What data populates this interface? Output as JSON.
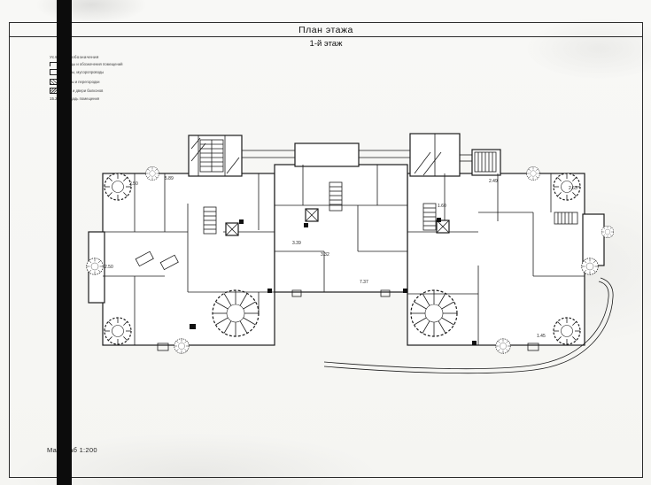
{
  "document": {
    "title": "План этажа",
    "subtitle": "1-й этаж",
    "scale_label": "Масштаб 1:200"
  },
  "legend": {
    "heading": "Условные обозначения",
    "items": [
      {
        "label": "границы и обозначения помещений"
      },
      {
        "label": "лифты, мусоропроводы"
      },
      {
        "label": "стены и перегородки"
      },
      {
        "label": "окна и двери балконов"
      },
      {
        "label": "площадь помещения",
        "symbol": "15.2"
      }
    ]
  },
  "plan": {
    "room_labels": [
      "5.89",
      "2.50",
      "3.39",
      "3.32",
      "7.37",
      "1.60",
      "2.49",
      "2.63",
      "1.45",
      "2.50"
    ]
  }
}
